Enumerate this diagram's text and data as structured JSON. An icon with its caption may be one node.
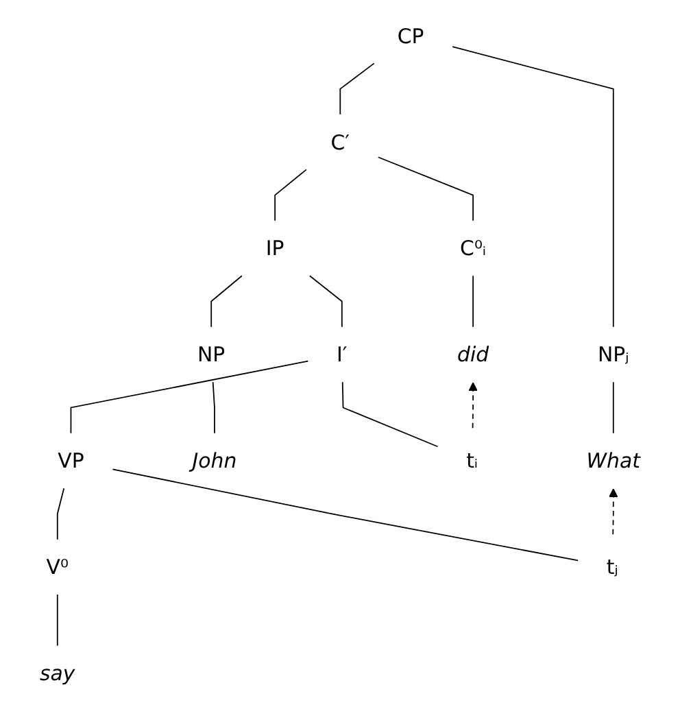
{
  "diagram": {
    "nodes": [
      {
        "text": [
          "CP"
        ]
      },
      {
        "text": [
          "NPⱼ"
        ]
      },
      {
        "text": [
          "C′"
        ]
      },
      {
        "text": [
          "What"
        ]
      },
      {
        "text": [
          "C⁰ᵢ"
        ]
      },
      {
        "text": [
          "IP"
        ]
      },
      {
        "text": [
          "did"
        ]
      },
      {
        "text": [
          "NP"
        ]
      },
      {
        "text": [
          "I′"
        ]
      },
      {
        "text": [
          "John"
        ]
      },
      {
        "text": [
          "tᵢ"
        ]
      },
      {
        "text": [
          "VP"
        ]
      },
      {
        "text": [
          "V⁰"
        ]
      },
      {
        "text": [
          "tⱼ"
        ]
      },
      {
        "text": [
          "say"
        ]
      }
    ],
    "edges": [
      {
        "from": 0,
        "to": 1,
        "arrow": "none"
      },
      {
        "from": 0,
        "to": 2,
        "arrow": "none"
      },
      {
        "from": 1,
        "to": 3,
        "arrow": "none"
      },
      {
        "from": 2,
        "to": 4,
        "arrow": "none"
      },
      {
        "from": 2,
        "to": 5,
        "arrow": "none"
      },
      {
        "from": 4,
        "to": 6,
        "arrow": "none"
      },
      {
        "from": 5,
        "to": 7,
        "arrow": "none"
      },
      {
        "from": 5,
        "to": 8,
        "arrow": "none"
      },
      {
        "from": 7,
        "to": 9,
        "arrow": "none"
      },
      {
        "from": 8,
        "to": 10,
        "arrow": "none"
      },
      {
        "from": 8,
        "to": 11,
        "arrow": "none"
      },
      {
        "from": 11,
        "to": 12,
        "arrow": "none"
      },
      {
        "from": 11,
        "to": 13,
        "arrow": "none"
      },
      {
        "from": 12,
        "to": 14,
        "arrow": "none"
      },
      {
        "from": 10,
        "to": 6,
        "arrow": "to",
        "style": "dashed"
      },
      {
        "from": 13,
        "to": 3,
        "arrow": "to",
        "style": "dashed"
      }
    ]
  }
}
